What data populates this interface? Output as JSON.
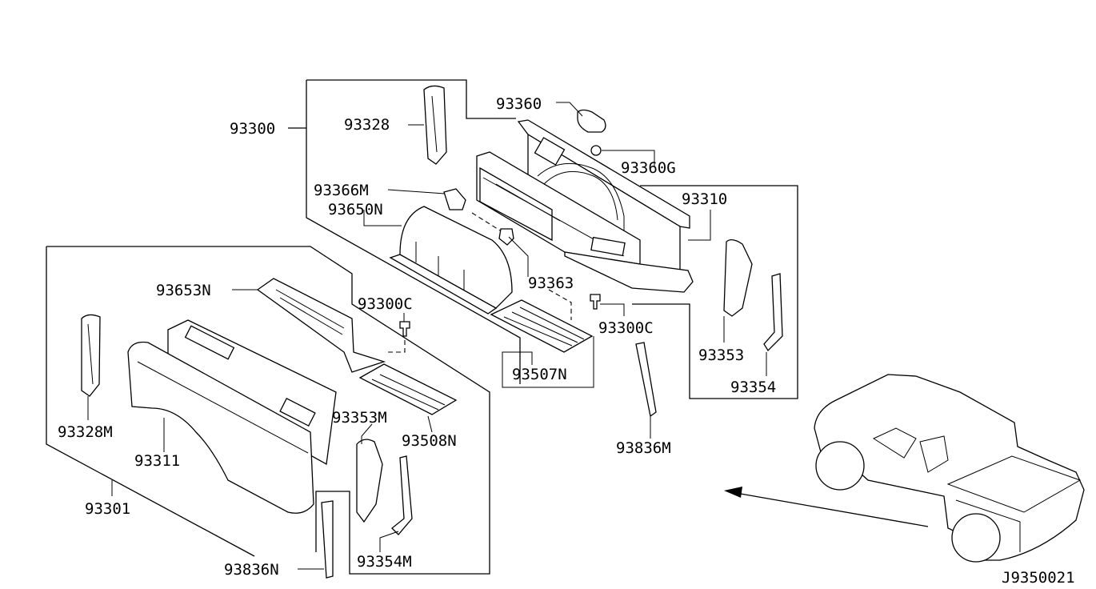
{
  "diagram": {
    "code": "J9350021",
    "labels": {
      "p93300": "93300",
      "p93328": "93328",
      "p93360": "93360",
      "p93360G": "93360G",
      "p93366M": "93366M",
      "p93650N": "93650N",
      "p93310": "93310",
      "p93363": "93363",
      "p93300C_a": "93300C",
      "p93300C_b": "93300C",
      "p93653N": "93653N",
      "p93507N": "93507N",
      "p93353": "93353",
      "p93354": "93354",
      "p93836M": "93836M",
      "p93328M": "93328M",
      "p93311": "93311",
      "p93353M": "93353M",
      "p93508N": "93508N",
      "p93301": "93301",
      "p93354M": "93354M",
      "p93836N": "93836N"
    }
  }
}
